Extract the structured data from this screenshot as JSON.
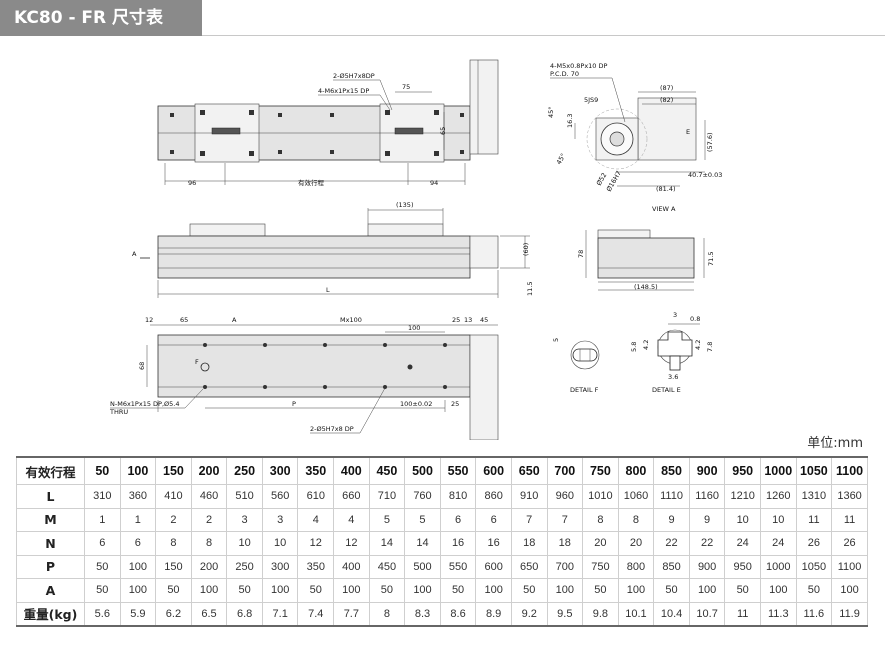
{
  "header": {
    "title": "KC80 - FR 尺寸表"
  },
  "drawing": {
    "top_view": {
      "labels": [
        "2-Ø5H7x8DP",
        "4-M6x1Px15 DP",
        "75",
        "65",
        "96",
        "有效行程",
        "94"
      ]
    },
    "side_view": {
      "labels": [
        "(135)",
        "A",
        "(60)",
        "L",
        "11.5"
      ]
    },
    "bottom_view": {
      "labels": [
        "12",
        "65",
        "A",
        "Mx100",
        "25",
        "13",
        "45",
        "100",
        "F",
        "68",
        "N-M6x1Px15 DP,Ø5.4",
        "THRU",
        "P",
        "100±0.02",
        "25",
        "2-Ø5H7x8 DP"
      ]
    },
    "view_a": {
      "labels": [
        "4-M5x0.8Px10 DP",
        "P.C.D. 70",
        "5JS9",
        "(87)",
        "(82)",
        "45°",
        "16.3",
        "(57.6)",
        "40.7±0.03",
        "45°",
        "(81.4)",
        "Ø52",
        "Ø16H7",
        "E"
      ],
      "caption": "VIEW A"
    },
    "end_view": {
      "labels": [
        "78",
        "71.5",
        "(148.5)"
      ]
    },
    "detail_f": {
      "labels": [
        "5"
      ],
      "caption": "DETAIL F"
    },
    "detail_e": {
      "labels": [
        "3",
        "0.8",
        "5.8",
        "4.2",
        "4.2",
        "7.8",
        "3.6"
      ],
      "caption": "DETAIL E"
    }
  },
  "unit_label": "单位:mm",
  "table": {
    "header_label": "有效行程",
    "strokes": [
      "50",
      "100",
      "150",
      "200",
      "250",
      "300",
      "350",
      "400",
      "450",
      "500",
      "550",
      "600",
      "650",
      "700",
      "750",
      "800",
      "850",
      "900",
      "950",
      "1000",
      "1050",
      "1100"
    ],
    "rows": [
      {
        "label": "L",
        "values": [
          "310",
          "360",
          "410",
          "460",
          "510",
          "560",
          "610",
          "660",
          "710",
          "760",
          "810",
          "860",
          "910",
          "960",
          "1010",
          "1060",
          "1110",
          "1160",
          "1210",
          "1260",
          "1310",
          "1360"
        ]
      },
      {
        "label": "M",
        "values": [
          "1",
          "1",
          "2",
          "2",
          "3",
          "3",
          "4",
          "4",
          "5",
          "5",
          "6",
          "6",
          "7",
          "7",
          "8",
          "8",
          "9",
          "9",
          "10",
          "10",
          "11",
          "11"
        ]
      },
      {
        "label": "N",
        "values": [
          "6",
          "6",
          "8",
          "8",
          "10",
          "10",
          "12",
          "12",
          "14",
          "14",
          "16",
          "16",
          "18",
          "18",
          "20",
          "20",
          "22",
          "22",
          "24",
          "24",
          "26",
          "26"
        ]
      },
      {
        "label": "P",
        "values": [
          "50",
          "100",
          "150",
          "200",
          "250",
          "300",
          "350",
          "400",
          "450",
          "500",
          "550",
          "600",
          "650",
          "700",
          "750",
          "800",
          "850",
          "900",
          "950",
          "1000",
          "1050",
          "1100"
        ]
      },
      {
        "label": "A",
        "values": [
          "50",
          "100",
          "50",
          "100",
          "50",
          "100",
          "50",
          "100",
          "50",
          "100",
          "50",
          "100",
          "50",
          "100",
          "50",
          "100",
          "50",
          "100",
          "50",
          "100",
          "50",
          "100"
        ]
      },
      {
        "label": "重量(kg)",
        "values": [
          "5.6",
          "5.9",
          "6.2",
          "6.5",
          "6.8",
          "7.1",
          "7.4",
          "7.7",
          "8",
          "8.3",
          "8.6",
          "8.9",
          "9.2",
          "9.5",
          "9.8",
          "10.1",
          "10.4",
          "10.7",
          "11",
          "11.3",
          "11.6",
          "11.9"
        ]
      }
    ]
  }
}
